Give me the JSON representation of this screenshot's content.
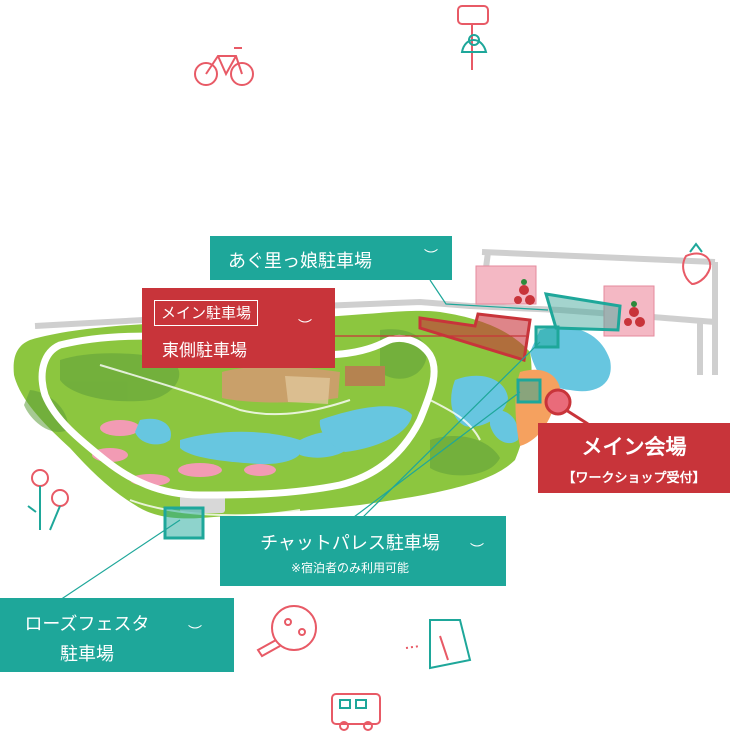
{
  "labels": {
    "agu_parking": "あぐ里っ娘駐車場",
    "main_parking": "メイン駐車場",
    "east_parking": "東側駐車場",
    "main_venue": "メイン会場",
    "workshop": "【ワークショップ受付】",
    "chat_palace_parking": "チャットパレス駐車場",
    "chat_palace_note": "※宿泊者のみ利用可能",
    "rose_festa_line1": "ローズフェスタ",
    "rose_festa_line2": "駐車場"
  },
  "icons": [
    "bicycle-icon",
    "ice-cream-icon",
    "strawberry-icon",
    "rose-icon",
    "pizza-icon",
    "tent-icon",
    "camper-van-icon",
    "bird-icon"
  ],
  "colors": {
    "teal": "#1ea79a",
    "red": "#c8343a",
    "grass": "#8cc63f",
    "pond": "#67c6e0",
    "path": "#ffffff",
    "road": "#c9c9c9",
    "pink": "#f29bb4"
  }
}
